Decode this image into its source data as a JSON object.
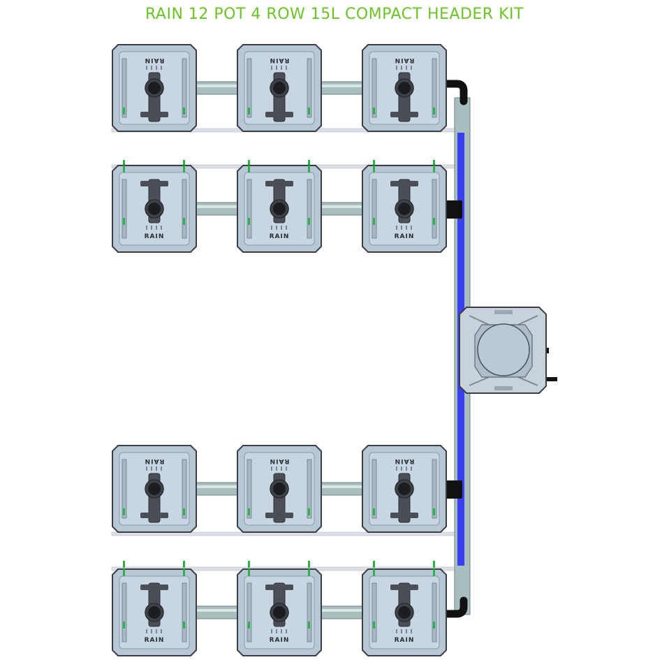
{
  "title": "RAIN 12 POT 4 ROW 15L COMPACT HEADER KIT",
  "pot_logo_text": "RAIN",
  "colors": {
    "title": "#6cc328",
    "pot_body": "#b8c7d6",
    "pot_outline": "#3b3e44",
    "water_line": "#3a3ff0",
    "connector_pipe": "#a9bfbf",
    "drip_line": "#dddfe8",
    "fitting": "#2bb34a",
    "hose": "#111111"
  },
  "layout": {
    "rows": 4,
    "pots_per_row": 3,
    "row_orientation": [
      "logo-top",
      "logo-bottom",
      "logo-top",
      "logo-bottom"
    ]
  },
  "brain_unit": {
    "icon": "control-reservoir"
  },
  "icons": [
    "pot-icon",
    "brain-unit-icon",
    "pipe-icon",
    "water-line-icon"
  ]
}
